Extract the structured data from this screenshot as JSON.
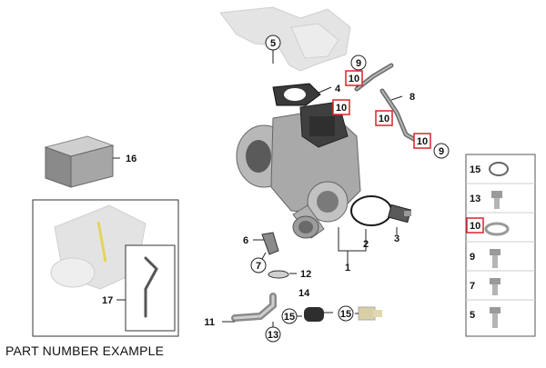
{
  "caption": "PART NUMBER EXAMPLE",
  "callouts": {
    "c1": "1",
    "c2": "2",
    "c3": "3",
    "c4": "4",
    "c5": "5",
    "c6": "6",
    "c7": "7",
    "c8": "8",
    "c9a": "9",
    "c9b": "9",
    "c10a": "10",
    "c10b": "10",
    "c10c": "10",
    "c10d": "10",
    "c11": "11",
    "c12": "12",
    "c13": "13",
    "c14": "14",
    "c15a": "15",
    "c15b": "15",
    "c16": "16",
    "c17": "17"
  },
  "legend": {
    "items": [
      {
        "label": "15"
      },
      {
        "label": "13"
      },
      {
        "label": "10"
      },
      {
        "label": "9"
      },
      {
        "label": "7"
      },
      {
        "label": "5"
      }
    ]
  },
  "colors": {
    "highlight_box": "#d8232a",
    "line": "#222222",
    "part_gray": "#9a9a9a",
    "ghost_gray": "#d9d9d9"
  }
}
